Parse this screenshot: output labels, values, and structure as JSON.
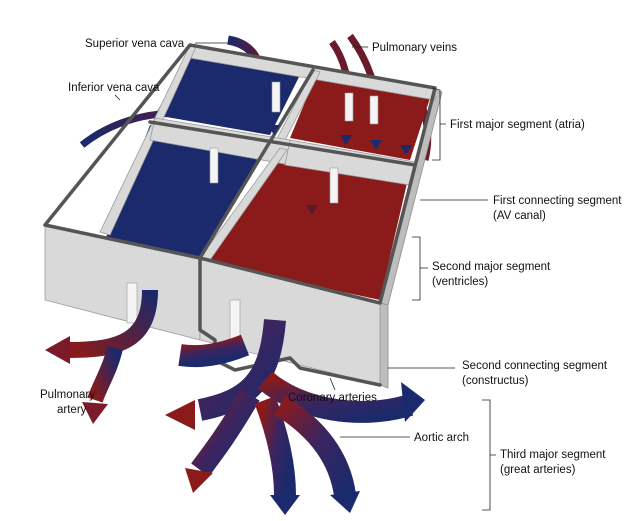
{
  "labels": {
    "superior_vena_cava": "Superior vena cava",
    "pulmonary_veins": "Pulmonary veins",
    "inferior_vena_cava": "Inferior vena cava",
    "first_major_segment": "First major segment (atria)",
    "first_connecting_segment_l1": "First connecting segment",
    "first_connecting_segment_l2": "(AV canal)",
    "second_major_segment_l1": "Second major segment",
    "second_major_segment_l2": "(ventricles)",
    "second_connecting_segment_l1": "Second connecting segment",
    "second_connecting_segment_l2": "(constructus)",
    "pulmonary_artery_l1": "Pulmonary",
    "pulmonary_artery_l2": "artery",
    "coronary_arteries": "Coronary arteries",
    "aortic_arch": "Aortic arch",
    "third_major_segment_l1": "Third major segment",
    "third_major_segment_l2": "(great arteries)"
  },
  "colors": {
    "venous": "#1a2a6c",
    "arterial": "#8b1a1a",
    "wall": "#d9d9d9"
  }
}
